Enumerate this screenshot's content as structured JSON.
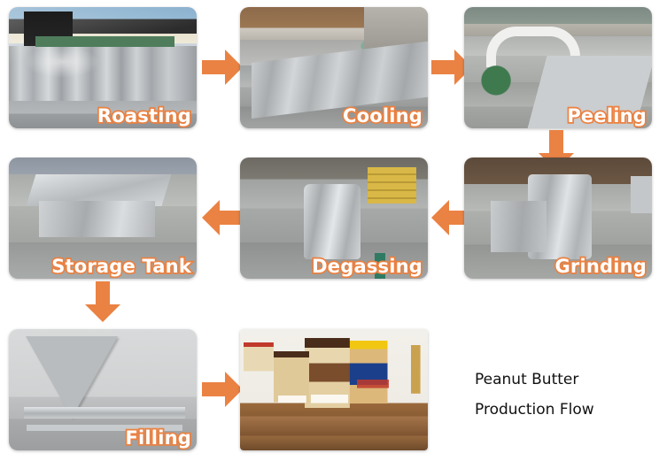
{
  "diagram": {
    "title_lines": [
      "Peanut Butter",
      "Production Flow"
    ],
    "accent_color": "#ea8243",
    "caption_text_color": "#ffffff",
    "background_color": "#ffffff"
  },
  "steps": [
    {
      "id": "roasting",
      "order": 1,
      "label": "Roasting",
      "row": 1,
      "col": 1
    },
    {
      "id": "cooling",
      "order": 2,
      "label": "Cooling",
      "row": 1,
      "col": 2
    },
    {
      "id": "peeling",
      "order": 3,
      "label": "Peeling",
      "row": 1,
      "col": 3
    },
    {
      "id": "grinding",
      "order": 4,
      "label": "Grinding",
      "row": 2,
      "col": 3
    },
    {
      "id": "degassing",
      "order": 5,
      "label": "Degassing",
      "row": 2,
      "col": 2
    },
    {
      "id": "storage-tank",
      "order": 6,
      "label": "Storage Tank",
      "row": 2,
      "col": 1
    },
    {
      "id": "filling",
      "order": 7,
      "label": "Filling",
      "row": 3,
      "col": 1
    },
    {
      "id": "product",
      "order": 8,
      "label": "",
      "row": 3,
      "col": 2
    }
  ],
  "connectors": [
    {
      "id": "roasting-to-cooling",
      "direction": "right",
      "from": "roasting",
      "to": "cooling"
    },
    {
      "id": "cooling-to-peeling",
      "direction": "right",
      "from": "cooling",
      "to": "peeling"
    },
    {
      "id": "peeling-to-grinding",
      "direction": "down",
      "from": "peeling",
      "to": "grinding"
    },
    {
      "id": "grinding-to-degassing",
      "direction": "left",
      "from": "grinding",
      "to": "degassing"
    },
    {
      "id": "degassing-to-storage",
      "direction": "left",
      "from": "degassing",
      "to": "storage-tank"
    },
    {
      "id": "storage-to-filling",
      "direction": "down",
      "from": "storage-tank",
      "to": "filling"
    },
    {
      "id": "filling-to-product",
      "direction": "right",
      "from": "filling",
      "to": "product"
    }
  ]
}
